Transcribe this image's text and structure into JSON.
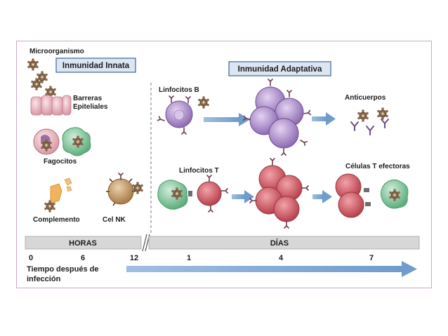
{
  "panels": {
    "innate_title": "Inmunidad Innata",
    "adaptive_title": "Inmunidad Adaptativa"
  },
  "labels": {
    "microorganism": "Microorganismo",
    "barriers_line1": "Barreras",
    "barriers_line2": "Epiteliales",
    "phagocytes": "Fagocitos",
    "complement": "Complemento",
    "nk": "Cel NK",
    "b_cells": "Linfocitos B",
    "antibodies": "Anticuerpos",
    "t_cells": "Linfocitos T",
    "effector_t": "Células T efectoras"
  },
  "timeline": {
    "hours_label": "HORAS",
    "days_label": "DÍAS",
    "ticks": [
      "0",
      "6",
      "12",
      "1",
      "4",
      "7"
    ],
    "axis_label_line1": "Tiempo después de",
    "axis_label_line2": "infección"
  },
  "colors": {
    "header_fill": "#dce6f2",
    "header_border": "#3e6691",
    "bar_fill": "#d7d7d7",
    "arrow": "#8fb3d9",
    "b_cell": "#a98cc6",
    "t_cell_green": "#7fc59a",
    "t_cell_red": "#d0565f",
    "microbe": "#8a6a4c",
    "nk_cell": "#c49a66",
    "epithelium": "#f0c9c3"
  },
  "icons": [
    "microbe-icon",
    "epithelial-cells-icon",
    "phagocyte-icon",
    "complement-icon",
    "nk-cell-icon",
    "b-lymphocyte-icon",
    "plasma-cell-cluster-icon",
    "antibody-icon",
    "t-lymphocyte-icon",
    "effector-t-cluster-icon",
    "time-arrow-icon"
  ]
}
